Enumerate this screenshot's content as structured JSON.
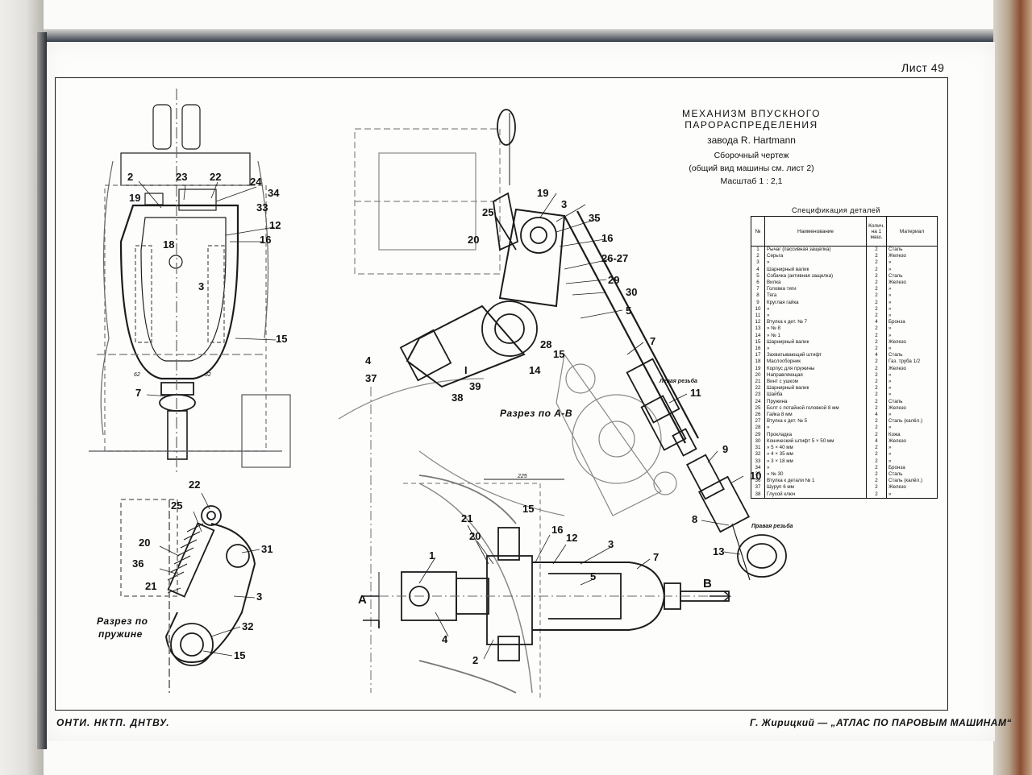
{
  "sheet": "Лист 49",
  "title": {
    "line1": "МЕХАНИЗМ ВПУСКНОГО ПАРОРАСПРЕДЕЛЕНИЯ",
    "line2": "завода R. Hartmann",
    "line3": "Сборочный чертеж",
    "line4": "(общий вид машины см. лист 2)",
    "line5": "Масштаб 1 : 2,1"
  },
  "spec": {
    "title": "Спецификация деталей",
    "headers": [
      "№",
      "Наименование",
      "Колич. на 1 маш.",
      "Материал"
    ],
    "rows": [
      [
        "1",
        "Рычаг (пассивная защелка)",
        "2",
        "Сталь"
      ],
      [
        "2",
        "Серьга",
        "2",
        "Железо"
      ],
      [
        "3",
        "»",
        "2",
        "»"
      ],
      [
        "4",
        "Шарнирный валик",
        "2",
        "»"
      ],
      [
        "5",
        "Собачка (активная защелка)",
        "2",
        "Сталь"
      ],
      [
        "6",
        "Вилка",
        "2",
        "Железо"
      ],
      [
        "7",
        "Головка тяги",
        "2",
        "»"
      ],
      [
        "8",
        "Тяга",
        "2",
        "»"
      ],
      [
        "9",
        "Круглая гайка",
        "2",
        "»"
      ],
      [
        "10",
        "»",
        "2",
        "»"
      ],
      [
        "11",
        "»",
        "2",
        "»"
      ],
      [
        "12",
        "Втулка к дет. № 7",
        "4",
        "Бронза"
      ],
      [
        "13",
        "»  № 8",
        "2",
        "»"
      ],
      [
        "14",
        "»  № 1",
        "2",
        "»"
      ],
      [
        "15",
        "Шарнирный валик",
        "2",
        "Железо"
      ],
      [
        "16",
        "»",
        "2",
        "»"
      ],
      [
        "17",
        "Захватывающий штифт",
        "4",
        "Сталь"
      ],
      [
        "18",
        "Маслосборник",
        "2",
        "Газ. труба 1/2"
      ],
      [
        "19",
        "Корпус для пружины",
        "2",
        "Железо"
      ],
      [
        "20",
        "Направляющая",
        "2",
        "»"
      ],
      [
        "21",
        "Винт с ушком",
        "2",
        "»"
      ],
      [
        "22",
        "Шарнирный валик",
        "2",
        "»"
      ],
      [
        "23",
        "Шайба",
        "2",
        "»"
      ],
      [
        "24",
        "Пружина",
        "2",
        "Сталь"
      ],
      [
        "25",
        "Болт с потайной головкой 8 мм",
        "2",
        "Железо"
      ],
      [
        "26",
        "Гайка 8 мм",
        "4",
        "»"
      ],
      [
        "27",
        "Втулка к дет. № 5",
        "2",
        "Сталь (калёл.)"
      ],
      [
        "28",
        "»",
        "2",
        "»"
      ],
      [
        "29",
        "Прокладка",
        "2",
        "Кожа"
      ],
      [
        "30",
        "Конический штифт 5 × 50 мм",
        "4",
        "Железо"
      ],
      [
        "31",
        "»  5 × 40 мм",
        "2",
        "»"
      ],
      [
        "32",
        "»  4 × 35 мм",
        "2",
        "»"
      ],
      [
        "33",
        "»  3 × 18 мм",
        "2",
        "»"
      ],
      [
        "34",
        "»",
        "2",
        "Бронза"
      ],
      [
        "35",
        "»  № 30",
        "2",
        "Сталь"
      ],
      [
        "36",
        "Втулка к детали № 1",
        "2",
        "Сталь (калёл.)"
      ],
      [
        "37",
        "Шуруп 6 мм",
        "2",
        "Железо"
      ],
      [
        "38",
        "Глухой ключ",
        "2",
        "»"
      ]
    ]
  },
  "callouts": {
    "a2": "2",
    "a23": "23",
    "a22": "22",
    "a24": "24",
    "a34": "34",
    "a19": "19",
    "a33": "33",
    "a12": "12",
    "a16": "16",
    "a18": "18",
    "a3": "3",
    "a15": "15",
    "a7": "7",
    "b19": "19",
    "b3": "3",
    "b25": "25",
    "b35": "35",
    "b20": "20",
    "b16": "16",
    "b2627": "26-27",
    "b29": "29",
    "b30": "30",
    "b5": "5",
    "b7": "7",
    "b4": "4",
    "b37": "37",
    "b28": "28",
    "b15": "15",
    "b14": "14",
    "b1": "I",
    "b39": "39",
    "b38": "38",
    "b11": "11",
    "b9": "9",
    "b10": "10",
    "b8": "8",
    "b13": "13",
    "c22": "22",
    "c25": "25",
    "c20": "20",
    "c36": "36",
    "c21": "21",
    "c31": "31",
    "c3": "3",
    "c32": "32",
    "c15": "15",
    "d21": "21",
    "d15": "15",
    "d20": "20",
    "d16": "16",
    "d12": "12",
    "d3": "3",
    "d7": "7",
    "d1": "1",
    "d5": "5",
    "d4": "4",
    "d2": "2",
    "dA": "A",
    "dB": "B"
  },
  "sections": {
    "ab": "Разрез по А-В",
    "spring1": "Разрез по",
    "spring2": "пружине"
  },
  "notes": {
    "left_thread": "Левая резьба",
    "right_thread": "Правая резьба",
    "dim225": "225",
    "dim62a": "62",
    "dim62b": "62"
  },
  "footer": {
    "left": "ОНТИ. НКТП. ДНТВУ.",
    "right": "Г. Жирицкий — „АТЛАС ПО ПАРОВЫМ МАШИНАМ“"
  }
}
